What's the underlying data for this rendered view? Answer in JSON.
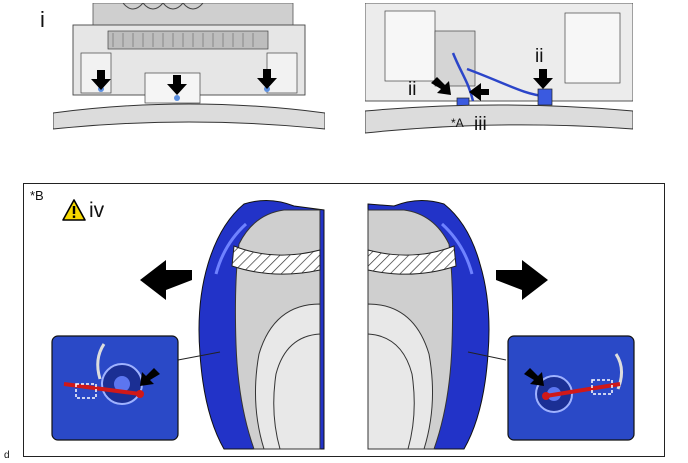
{
  "top_left": {
    "label": "i"
  },
  "top_right": {
    "labels": {
      "ii_left": "ii",
      "ii_right": "ii",
      "A": "*A",
      "iii": "iii"
    }
  },
  "bottom": {
    "label_B": "*B",
    "caution_label": "iv"
  },
  "footer": {
    "code": "d"
  },
  "colors": {
    "bumper_blue": "#2233c8",
    "callout_red": "#d01818",
    "part_gray": "#d9d9d9",
    "outline": "#222222"
  }
}
